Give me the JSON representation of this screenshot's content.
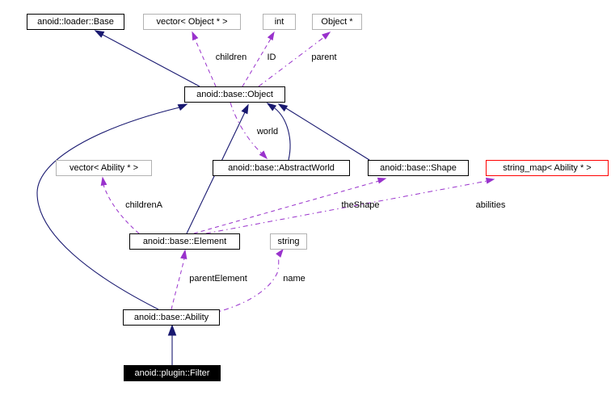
{
  "diagram": {
    "type": "doxygen-collaboration-graph",
    "colors": {
      "inheritance": "#191970",
      "usage": "#9932cc",
      "background": "#ffffff",
      "node_border_class": "#000000",
      "node_border_external": "#b2b2b2",
      "node_border_truncated": "#ff0000",
      "current_node_fill": "#000000",
      "current_node_text": "#ffffff"
    },
    "nodes": {
      "loader_base": {
        "label": "anoid::loader::Base"
      },
      "vector_object": {
        "label": "vector< Object * >"
      },
      "int_type": {
        "label": "int"
      },
      "object_ptr": {
        "label": "Object *"
      },
      "base_object": {
        "label": "anoid::base::Object"
      },
      "vector_ability": {
        "label": "vector< Ability * >"
      },
      "abstract_world": {
        "label": "anoid::base::AbstractWorld"
      },
      "shape": {
        "label": "anoid::base::Shape"
      },
      "string_map": {
        "label": "string_map< Ability * >"
      },
      "element": {
        "label": "anoid::base::Element"
      },
      "string_type": {
        "label": "string"
      },
      "ability": {
        "label": "anoid::base::Ability"
      },
      "plugin_filter": {
        "label": "anoid::plugin::Filter"
      }
    },
    "edge_labels": {
      "children": "children",
      "id": "ID",
      "parent": "parent",
      "world": "world",
      "children_a": "childrenA",
      "the_shape": "theShape",
      "abilities": "abilities",
      "parent_element": "parentElement",
      "name": "name"
    }
  }
}
